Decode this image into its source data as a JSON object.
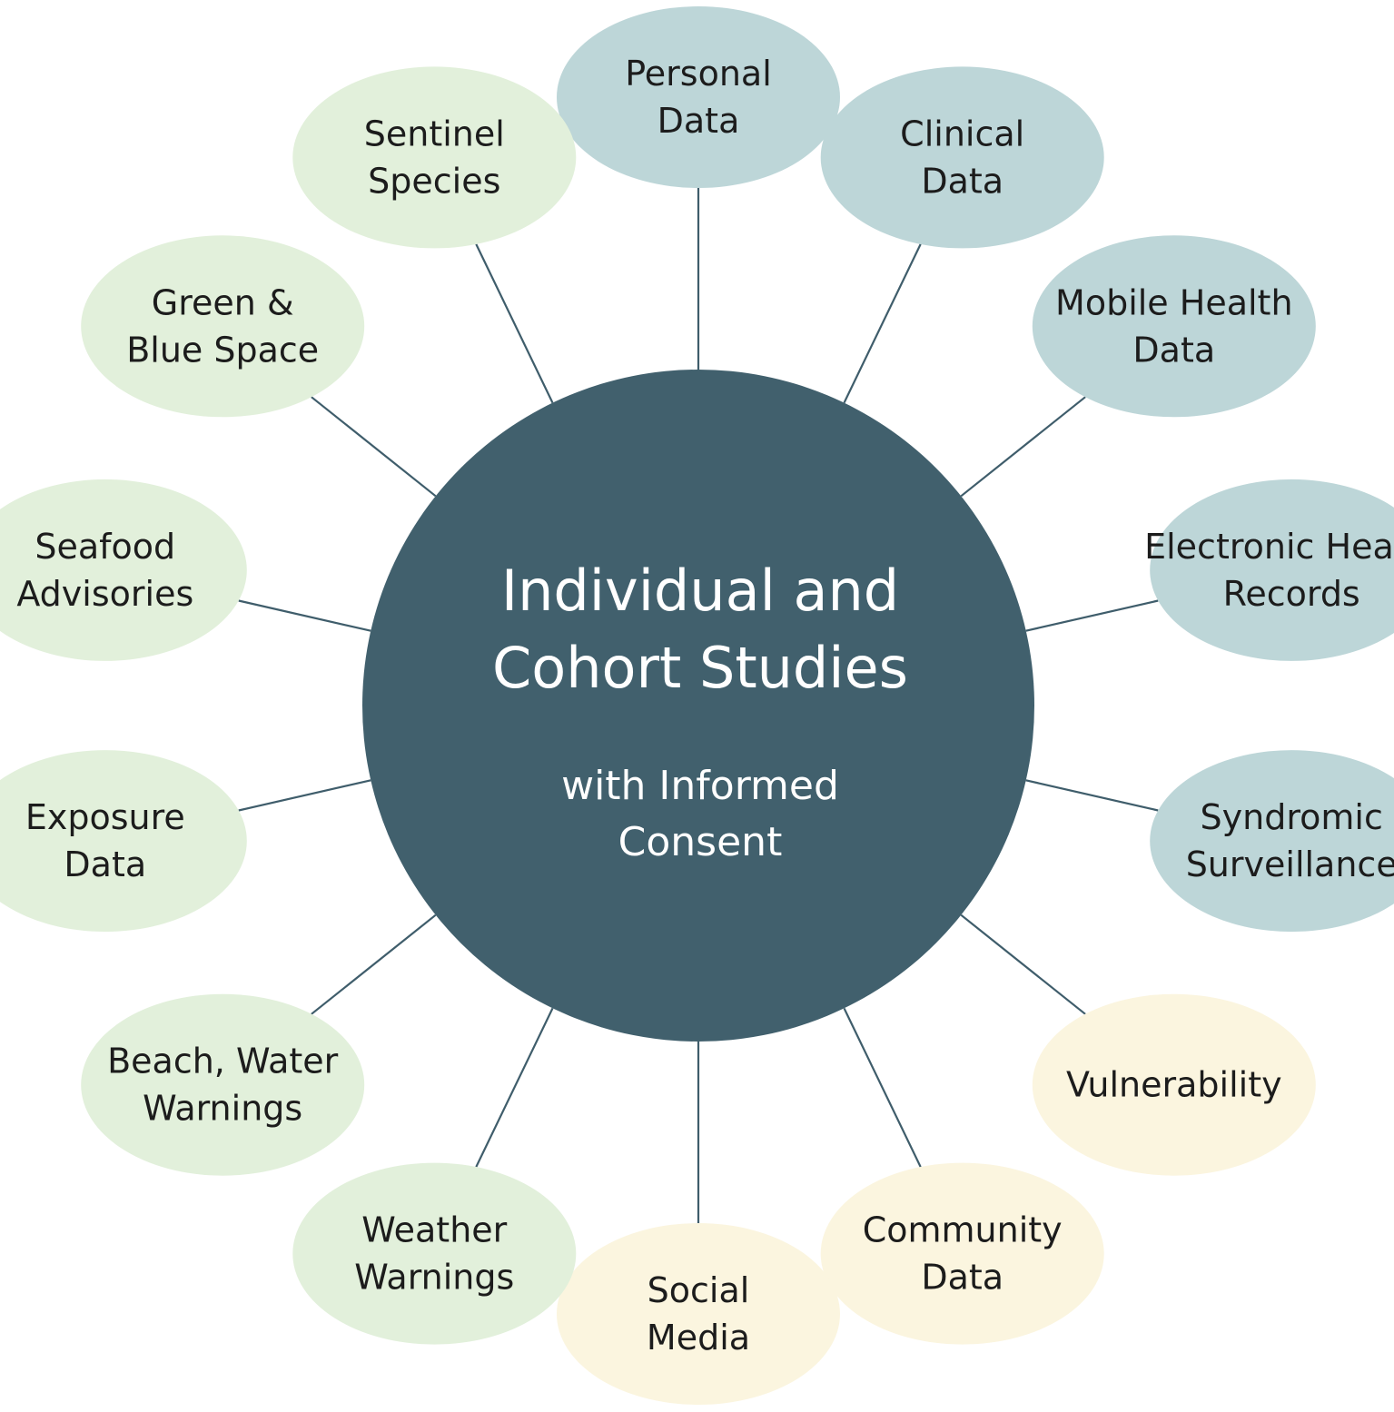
{
  "colors": {
    "center": "#41606d",
    "connector": "#3f5d6b",
    "blue": "#bdd6d8",
    "green": "#e2f0db",
    "yellow": "#fbf5df",
    "center_text": "#ffffff",
    "node_text": "#1c1c1c"
  },
  "center": {
    "title_lines": [
      "Individual and",
      "Cohort Studies"
    ],
    "subtitle_lines": [
      "with Informed",
      "Consent"
    ]
  },
  "nodes": [
    {
      "id": "personal-data",
      "lines": [
        "Personal",
        "Data"
      ],
      "group": "blue"
    },
    {
      "id": "clinical-data",
      "lines": [
        "Clinical",
        "Data"
      ],
      "group": "blue"
    },
    {
      "id": "mobile-health-data",
      "lines": [
        "Mobile Health",
        "Data"
      ],
      "group": "blue"
    },
    {
      "id": "electronic-health-records",
      "lines": [
        "Electronic Health",
        "Records"
      ],
      "group": "blue"
    },
    {
      "id": "syndromic-surveillance",
      "lines": [
        "Syndromic",
        "Surveillance"
      ],
      "group": "blue"
    },
    {
      "id": "vulnerability",
      "lines": [
        "Vulnerability"
      ],
      "group": "yellow"
    },
    {
      "id": "community-data",
      "lines": [
        "Community",
        "Data"
      ],
      "group": "yellow"
    },
    {
      "id": "social-media",
      "lines": [
        "Social",
        "Media"
      ],
      "group": "yellow"
    },
    {
      "id": "weather-warnings",
      "lines": [
        "Weather",
        "Warnings"
      ],
      "group": "green"
    },
    {
      "id": "beach-water-warnings",
      "lines": [
        "Beach, Water",
        "Warnings"
      ],
      "group": "green"
    },
    {
      "id": "exposure-data",
      "lines": [
        "Exposure",
        "Data"
      ],
      "group": "green"
    },
    {
      "id": "seafood-advisories",
      "lines": [
        "Seafood",
        "Advisories"
      ],
      "group": "green"
    },
    {
      "id": "green-blue-space",
      "lines": [
        "Green &",
        "Blue Space"
      ],
      "group": "green"
    },
    {
      "id": "sentinel-species",
      "lines": [
        "Sentinel",
        "Species"
      ],
      "group": "green"
    }
  ]
}
